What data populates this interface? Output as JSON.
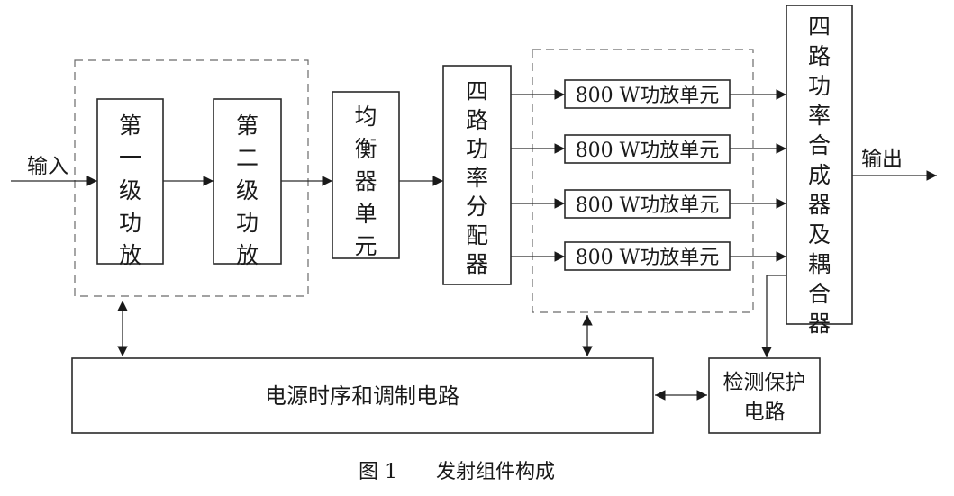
{
  "caption": {
    "figure_number": "图 1",
    "title": "发射组件构成"
  },
  "io": {
    "input": "输入",
    "output": "输出"
  },
  "blocks": {
    "stage1": "第一级功放",
    "stage2": "第二级功放",
    "equalizer": "均衡器单元",
    "splitter": "四路功率分配器",
    "amp_units": [
      "800 W功放单元",
      "800 W功放单元",
      "800 W功放单元",
      "800 W功放单元"
    ],
    "combiner": "四路功率合成器及耦合器",
    "power": "电源时序和调制电路",
    "protect_line1": "检测保护",
    "protect_line2": "电路"
  },
  "colors": {
    "line": "#2a2a2a",
    "dashed_group": "#6a6a6a",
    "background": "#ffffff"
  }
}
